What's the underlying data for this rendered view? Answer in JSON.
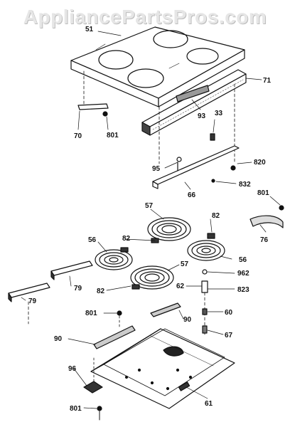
{
  "watermark": "AppliancePartsPros.com",
  "colors": {
    "ink": "#111111",
    "paper": "#ffffff",
    "watermark": "#e6e6e6"
  },
  "labels": {
    "p51": "51",
    "p71": "71",
    "p93": "93",
    "p33": "33",
    "p70": "70",
    "p801a": "801",
    "p95": "95",
    "p820": "820",
    "p66": "66",
    "p832": "832",
    "p801b": "801",
    "p76": "76",
    "p57a": "57",
    "p82a": "82",
    "p56a": "56",
    "p82b": "82",
    "p56b": "56",
    "p57b": "57",
    "p82c": "82",
    "p79a": "79",
    "p79b": "79",
    "p962": "962",
    "p62": "62",
    "p823": "823",
    "p801c": "801",
    "p90a": "90",
    "p60": "60",
    "p90b": "90",
    "p67": "67",
    "p96": "96",
    "p61": "61",
    "p801d": "801"
  }
}
